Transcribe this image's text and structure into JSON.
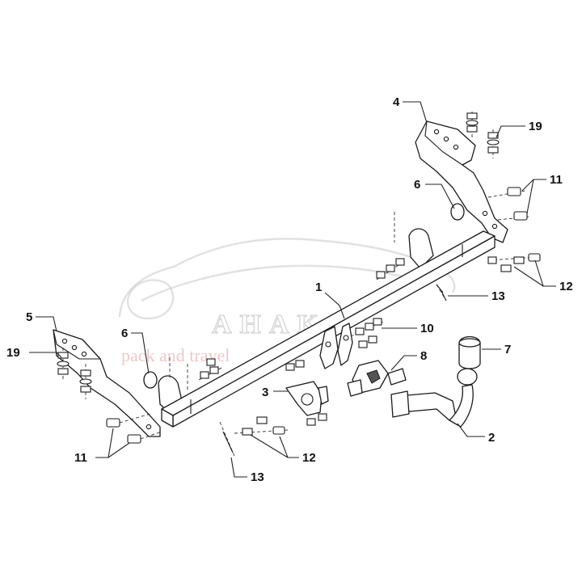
{
  "watermark": {
    "brand": "AHAKA",
    "tagline": "pack and travel"
  },
  "callouts": [
    {
      "id": "c1",
      "label": "1"
    },
    {
      "id": "c2",
      "label": "2"
    },
    {
      "id": "c3",
      "label": "3"
    },
    {
      "id": "c4",
      "label": "4"
    },
    {
      "id": "c5",
      "label": "5"
    },
    {
      "id": "c6a",
      "label": "6"
    },
    {
      "id": "c6b",
      "label": "6"
    },
    {
      "id": "c7",
      "label": "7"
    },
    {
      "id": "c8",
      "label": "8"
    },
    {
      "id": "c10",
      "label": "10"
    },
    {
      "id": "c11a",
      "label": "11"
    },
    {
      "id": "c11b",
      "label": "11"
    },
    {
      "id": "c12a",
      "label": "12"
    },
    {
      "id": "c12b",
      "label": "12"
    },
    {
      "id": "c13a",
      "label": "13"
    },
    {
      "id": "c13b",
      "label": "13"
    },
    {
      "id": "c19a",
      "label": "19"
    },
    {
      "id": "c19b",
      "label": "19"
    }
  ]
}
